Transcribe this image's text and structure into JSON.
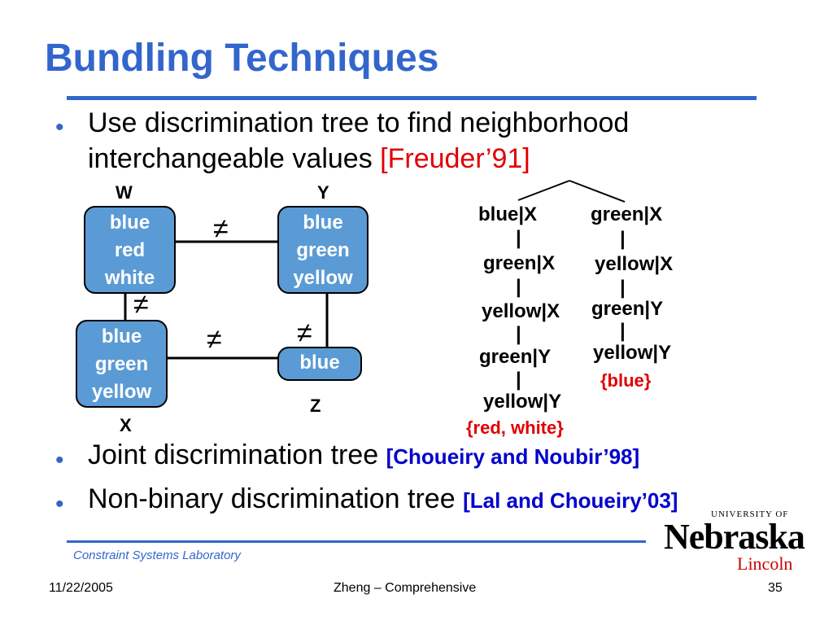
{
  "slide": {
    "title": "Bundling Techniques",
    "bullets": [
      {
        "text": "Use discrimination tree to find neighborhood",
        "text2": "interchangeable values ",
        "cite": "[Freuder’91]"
      },
      {
        "text": "Joint discrimination tree ",
        "cite": "[Choueiry and Noubir’98]"
      },
      {
        "text": "Non-binary discrimination tree ",
        "cite": "[Lal and Choueiry’03]"
      }
    ],
    "bullet_glyph": "•"
  },
  "graph": {
    "nodes": {
      "W": {
        "label": "W",
        "values": [
          "blue",
          "red",
          "white"
        ]
      },
      "Y": {
        "label": "Y",
        "values": [
          "blue",
          "green",
          "yellow"
        ]
      },
      "X": {
        "label": "X",
        "values": [
          "blue",
          "green",
          "yellow"
        ]
      },
      "Z": {
        "label": "Z",
        "values": [
          "blue"
        ]
      }
    },
    "neq": "≠"
  },
  "tree": {
    "left": [
      "blue|X",
      "green|X",
      "yellow|X",
      "green|Y",
      "yellow|Y"
    ],
    "left_leaf": "{red, white}",
    "right": [
      "green|X",
      "yellow|X",
      "green|Y",
      "yellow|Y"
    ],
    "right_leaf": "{blue}",
    "connector": "|"
  },
  "footer": {
    "lab": "Constraint Systems Laboratory",
    "date": "11/22/2005",
    "center": "Zheng – Comprehensive",
    "page": "35"
  },
  "logo": {
    "university": "UNIVERSITY OF",
    "name": "Nebraska",
    "campus": "Lincoln"
  },
  "colors": {
    "accent": "#3366cc",
    "node_fill": "#5b9bd5",
    "citation_red": "#e00000",
    "citation_blue": "#0000cc"
  }
}
